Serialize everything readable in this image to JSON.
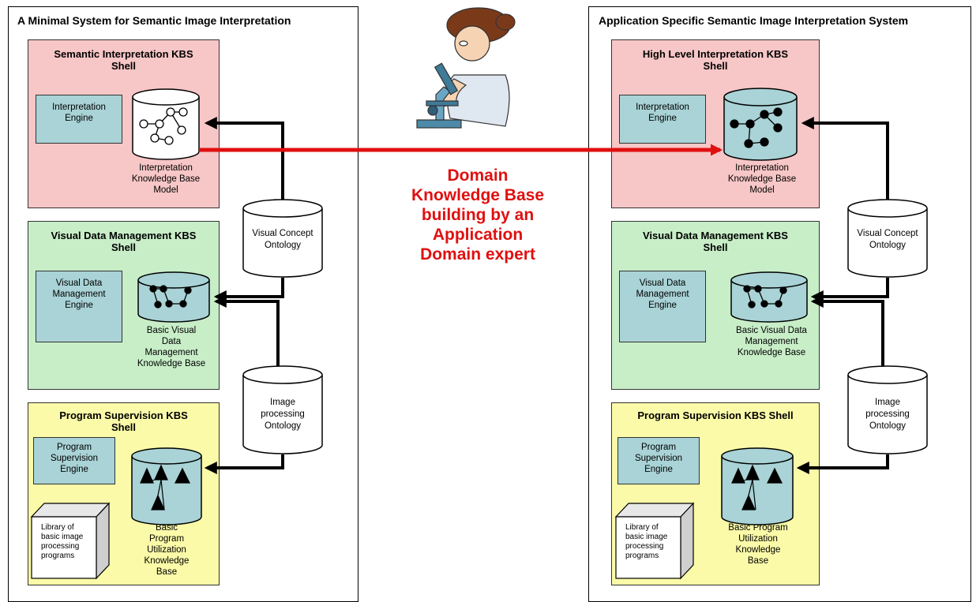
{
  "left_panel": {
    "title": "A Minimal System for Semantic Image Interpretation",
    "shell1": {
      "title_line1": "Semantic Interpretation KBS",
      "title_line2": "Shell",
      "engine_line1": "Interpretation",
      "engine_line2": "Engine",
      "kb_line1": "Interpretation",
      "kb_line2": "Knowledge Base",
      "kb_line3": "Model"
    },
    "shell2": {
      "title_line1": "Visual Data Management KBS",
      "title_line2": "Shell",
      "engine_line1": "Visual Data",
      "engine_line2": "Management",
      "engine_line3": "Engine",
      "kb_line1": "Basic Visual",
      "kb_line2": "Data",
      "kb_line3": "Management",
      "kb_line4": "Knowledge Base"
    },
    "shell3": {
      "title_line1": "Program Supervision KBS",
      "title_line2": "Shell",
      "engine_line1": "Program",
      "engine_line2": "Supervision",
      "engine_line3": "Engine",
      "library_line1": "Library of",
      "library_line2": "basic image",
      "library_line3": "processing",
      "library_line4": "programs",
      "kb_line1": "Basic",
      "kb_line2": "Program",
      "kb_line3": "Utilization",
      "kb_line4": "Knowledge",
      "kb_line5": "Base"
    },
    "ontology1_line1": "Visual Concept",
    "ontology1_line2": "Ontology",
    "ontology2_line1": "Image",
    "ontology2_line2": "processing",
    "ontology2_line3": "Ontology"
  },
  "right_panel": {
    "title": "Application Specific  Semantic Image Interpretation System",
    "shell1": {
      "title_line1": "High Level Interpretation KBS",
      "title_line2": "Shell",
      "engine_line1": "Interpretation",
      "engine_line2": "Engine",
      "kb_line1": "Interpretation",
      "kb_line2": "Knowledge Base",
      "kb_line3": "Model"
    },
    "shell2": {
      "title_line1": "Visual Data Management KBS",
      "title_line2": "Shell",
      "engine_line1": "Visual Data",
      "engine_line2": "Management",
      "engine_line3": "Engine",
      "kb_line1": "Basic Visual Data",
      "kb_line2": "Management",
      "kb_line3": "Knowledge Base"
    },
    "shell3": {
      "title_line1": "Program Supervision KBS Shell",
      "engine_line1": "Program",
      "engine_line2": "Supervision",
      "engine_line3": "Engine",
      "library_line1": "Library of",
      "library_line2": "basic image",
      "library_line3": "processing",
      "library_line4": "programs",
      "kb_line1": "Basic Program",
      "kb_line2": "Utilization",
      "kb_line3": "Knowledge",
      "kb_line4": "Base"
    },
    "ontology1_line1": "Visual Concept",
    "ontology1_line2": "Ontology",
    "ontology2_line1": "Image",
    "ontology2_line2": "processing",
    "ontology2_line3": "Ontology"
  },
  "center": {
    "line1": "Domain",
    "line2": "Knowledge Base",
    "line3": "building by an",
    "line4": "Application",
    "line5": "Domain expert"
  },
  "colors": {
    "interpretation_shell": "#f7c6c6",
    "visual_data_shell": "#c8eec8",
    "program_supervision_shell": "#fafaa8",
    "engine_box": "#a9d3d6",
    "kb_cylinder": "#a9d3d6",
    "transfer_arrow": "#e01010"
  },
  "icons": {
    "expert": "scientist-with-microscope-icon"
  }
}
